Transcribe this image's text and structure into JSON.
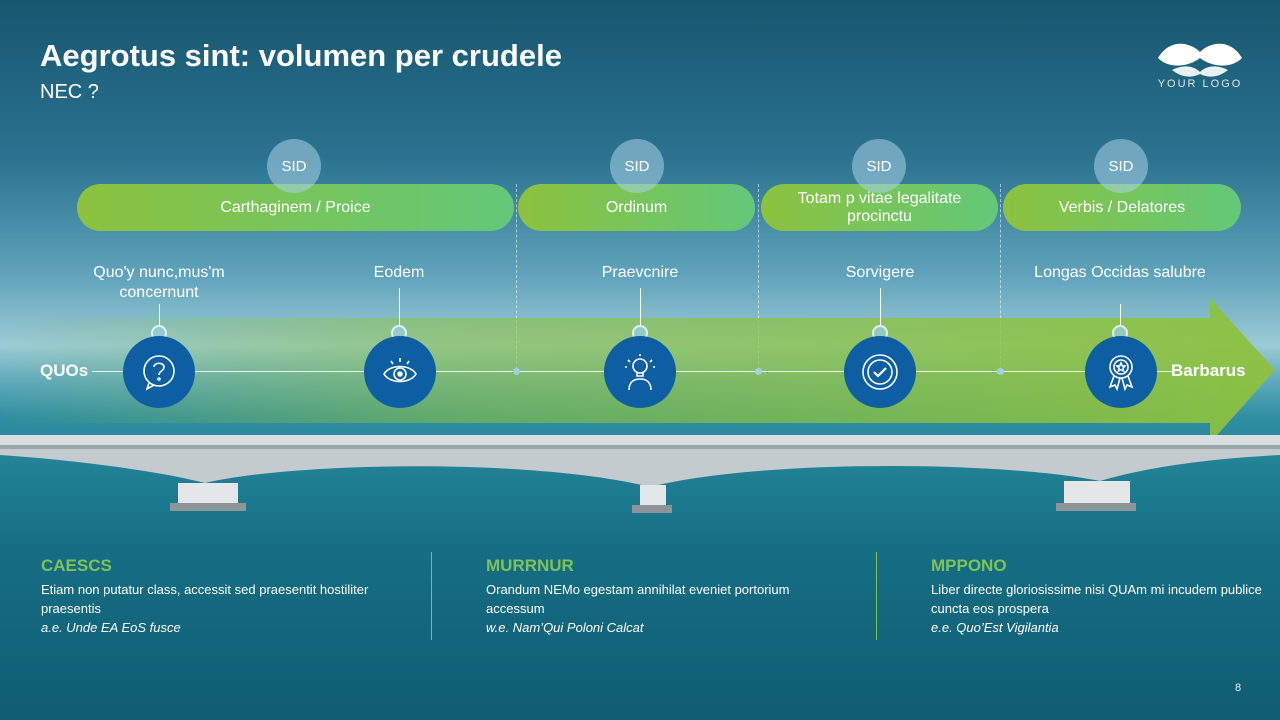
{
  "header": {
    "title": "Aegrotus sint: volumen per crudele",
    "subtitle": "NEC ?"
  },
  "logo": {
    "text": "YOUR LOGO",
    "icon": "logo-mark-icon"
  },
  "phases": [
    {
      "sid": "SID",
      "label": "Carthaginem / Proice"
    },
    {
      "sid": "SID",
      "label": "Ordinum"
    },
    {
      "sid": "SID",
      "label": "Totam p vitae legalitate procinctu"
    },
    {
      "sid": "SID",
      "label": "Verbis / Delatores"
    }
  ],
  "timeline": {
    "start": "QUOs",
    "end": "Barbarus",
    "milestones": [
      {
        "label": "Quo'y nunc,mus'm concernunt",
        "icon": "question-bubble-icon"
      },
      {
        "label": "Eodem",
        "icon": "eye-icon"
      },
      {
        "label": "Praevcnire",
        "icon": "lightbulb-person-icon"
      },
      {
        "label": "Sorvigere",
        "icon": "check-badge-icon"
      },
      {
        "label": "Longas Occidas salubre",
        "icon": "award-ribbon-icon"
      }
    ]
  },
  "footer": {
    "columns": [
      {
        "heading": "CAESCS",
        "body": "Etiam non putatur class, accessit sed praesentit hostiliter praesentis",
        "example": "a.e. Unde EA EoS fusce"
      },
      {
        "heading": "MURRNUR",
        "body": "Orandum NEMo egestam annihilat eveniet portorium accessum",
        "example": "w.e. Nam’Qui Poloni Calcat"
      },
      {
        "heading": "MPPONO",
        "body": "Liber directe gloriosissime nisi QUAm mi incudem publice cuncta eos prospera",
        "example": "e.e. Quo’Est Vigilantia"
      }
    ]
  },
  "page_number": "8",
  "colors": {
    "accent_green": "#7cc35b",
    "milestone_blue": "#0d5ea3",
    "pill_green_start": "#8cc23e",
    "pill_green_end": "#63c879"
  }
}
